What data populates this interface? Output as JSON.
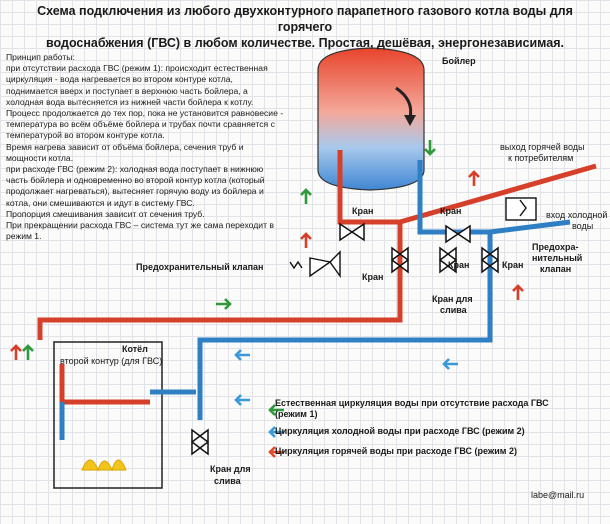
{
  "title_line1": "Схема подключения из любого двухконтурного парапетного газового котла воды для горячего",
  "title_line2": "водоснабжения (ГВС) в любом количестве. Простая, дешёвая, энергонезависимая.",
  "description": [
    "Принцип работы:",
    "при отсутствии расхода ГВС (режим 1): происходит естественная",
    "циркуляция - вода нагревается во втором контуре котла,",
    "поднимается вверх и поступает в верхнюю часть бойлера, а",
    "холодная вода вытесняется из нижней части бойлера к котлу.",
    "Процесс продолжается до тех пор, пока не установится равновесие -",
    "температура во всём объёме бойлера и трубах почти сравняется с",
    "температурой во втором контуре котла.",
    "Время нагрева зависит от объёма бойлера, сечения труб и",
    "мощности котла.",
    "при расходе ГВС (режим 2): холодная вода поступает в нижнюю",
    "часть бойлера и одновременно во второй контур котла (который",
    "продолжает нагреваться), вытесняет горячую воду из бойлера и",
    "котла, они смешиваются и идут в систему ГВС.",
    "Пропорция смешивания зависит от сечения труб.",
    "При прекращении расхода ГВС – система тут же сама переходит в",
    "режим 1."
  ],
  "labels": {
    "boiler": "Бойлер",
    "hot_out_1": "выход горячей воды",
    "hot_out_2": "к потребителям",
    "cold_in": "вход холодной",
    "cold_in_2": "воды",
    "valve": "Кран",
    "safety_valve_left": "Предохранительный клапан",
    "safety_valve_right_1": "Предохра-",
    "safety_valve_right_2": "нительный",
    "safety_valve_right_3": "клапан",
    "drain_valve_1": "Кран для",
    "drain_valve_2": "слива",
    "kotel": "Котёл",
    "second_circuit": "второй контур (для ГВС)",
    "email": "labe@mail.ru"
  },
  "legend": [
    {
      "text": "Естественная циркуляция воды при отсутствие расхода ГВС",
      "text2": "(режим 1)",
      "color": "#2e9a3a"
    },
    {
      "text": "Циркуляция холодной воды при расходе ГВС (режим 2)",
      "color": "#3a9ad8"
    },
    {
      "text": "Циркуляция горячей воды при расходе ГВС (режим 2)",
      "color": "#e04a2c"
    }
  ],
  "colors": {
    "hot_pipe": "#d6402a",
    "cold_pipe": "#2f7fc4",
    "green_arrow": "#2e9a3a",
    "blue_arrow": "#3a9ad8",
    "red_arrow": "#e04a2c"
  },
  "icons": [
    "tank-icon",
    "valve-icon",
    "safety-valve-icon",
    "boiler-icon",
    "flame-icon",
    "arrow-icon"
  ]
}
